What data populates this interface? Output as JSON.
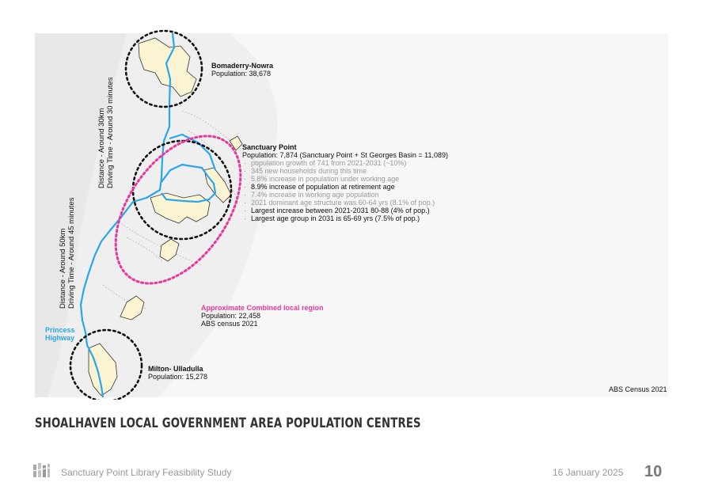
{
  "map": {
    "towns": {
      "bomaderry": {
        "name": "Bomaderry-Nowra",
        "population": "Population: 38,678"
      },
      "sanctuary": {
        "name": "Sanctuary Point",
        "population": "Population: 7,874 (Sanctuary Point + St Georges Basin = 11,089)",
        "stats": [
          {
            "text": "population growth of 741 from 2021-2031 (~10%)",
            "tone": "grey"
          },
          {
            "text": "345 new households during this time",
            "tone": "grey"
          },
          {
            "text": "5.8% increase in population under working age",
            "tone": "grey"
          },
          {
            "text": "8.9% increase of population at retirement age",
            "tone": "dark"
          },
          {
            "text": "7.4% increase in working age population",
            "tone": "grey"
          },
          {
            "text": "2021 dominant age structure was 60-64 yrs (8.1% of pop.)",
            "tone": "grey"
          },
          {
            "text": "Largest increase between 2021-2031 80-88 (4% of pop.)",
            "tone": "dark"
          },
          {
            "text": "Largest age group in 2031 is 65-69 yrs (7.5% of pop.)",
            "tone": "dark"
          }
        ]
      },
      "milton": {
        "name": "Milton- Ulladulla",
        "population": "Population: 15,278"
      }
    },
    "combined_region": {
      "title": "Approximate Combined local region",
      "population": "Population: 22,458",
      "source": "ABS census 2021"
    },
    "distances": {
      "north": {
        "line1": "Distance - Around 30km",
        "line2": "Driving Time - Around 30 minutes"
      },
      "south": {
        "line1": "Distance - Around 50km",
        "line2": "Driving Time - Around 45 minutes"
      }
    },
    "highway_label": {
      "line1": "Princess",
      "line2": "Highway"
    },
    "colors": {
      "highway": "#2aa6ea",
      "region_ring": "#e8379a",
      "town_ring": "#111111",
      "urban_fill": "#fbf4d2",
      "map_base": "#ececec"
    }
  },
  "source_note": "ABS Census 2021",
  "title": "SHOALHAVEN LOCAL GOVERNMENT AREA POPULATION CENTRES",
  "footer": {
    "study": "Sanctuary Point Library Feasibility Study",
    "date": "16 January 2025",
    "page": "10"
  }
}
